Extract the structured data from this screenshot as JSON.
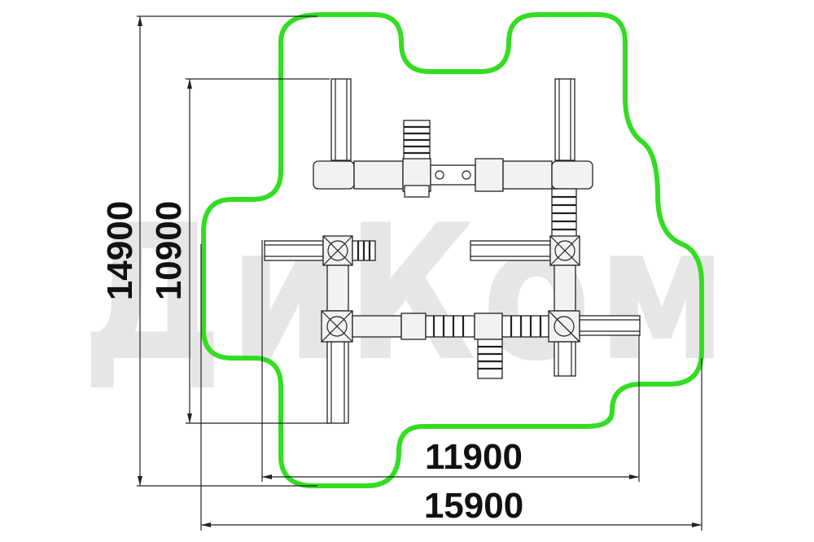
{
  "colors": {
    "boundary": "#33dd22",
    "lines": "#222222",
    "watermark": "#e6e6e6",
    "background": "#ffffff"
  },
  "watermark": {
    "text": "ДиКом"
  },
  "dimensions": {
    "total_height": "14900",
    "inner_height": "10900",
    "inner_width": "11900",
    "total_width": "15900"
  }
}
